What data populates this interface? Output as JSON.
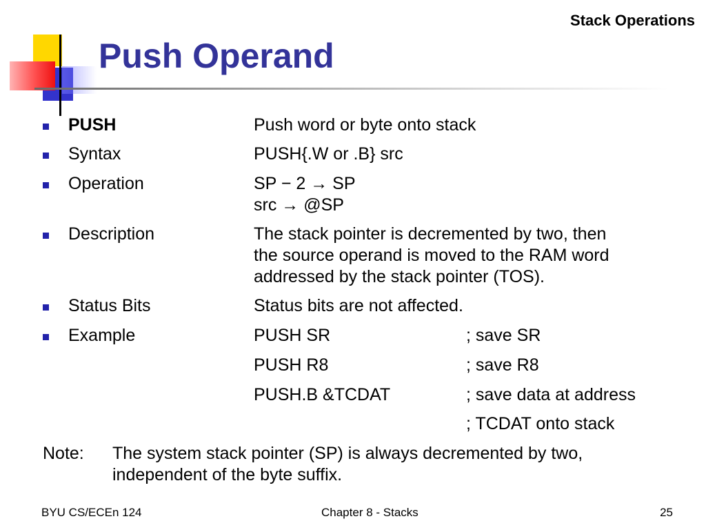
{
  "header": {
    "section_label": "Stack Operations"
  },
  "title": "Push Operand",
  "rows": [
    {
      "term": "PUSH",
      "def_lines": [
        "Push word or byte onto stack"
      ]
    },
    {
      "term": "Syntax",
      "def_lines": [
        "PUSH{.W or .B} src"
      ]
    },
    {
      "term": "Operation",
      "def_lines": [
        "SP − 2 → SP",
        "src → @SP"
      ]
    },
    {
      "term": "Description",
      "def_lines": [
        "The stack pointer is decremented by two, then",
        "the source operand is moved to the RAM word",
        "addressed by the stack pointer (TOS)."
      ]
    },
    {
      "term": "Status Bits",
      "def_lines": [
        "Status bits are not affected."
      ]
    },
    {
      "term": "Example",
      "code": "PUSH SR",
      "comment": "; save SR"
    }
  ],
  "example_lines": [
    {
      "code": "PUSH R8",
      "comment": "; save R8"
    },
    {
      "code": "PUSH.B &TCDAT",
      "comment": "; save data at address"
    },
    {
      "code": "",
      "comment": "; TCDAT onto stack"
    }
  ],
  "note": {
    "label": "Note:",
    "lines": [
      "The system stack pointer (SP) is always decremented by two,",
      "independent of the byte suffix."
    ]
  },
  "footer": {
    "left": "BYU CS/ECEn 124",
    "center": "Chapter 8 - Stacks",
    "page_number": "25"
  },
  "colors": {
    "title": "#333399",
    "bullet": "#2222aa",
    "logo_yellow": "#ffd700",
    "logo_blue": "#3333cc",
    "logo_red": "#ee1111"
  }
}
